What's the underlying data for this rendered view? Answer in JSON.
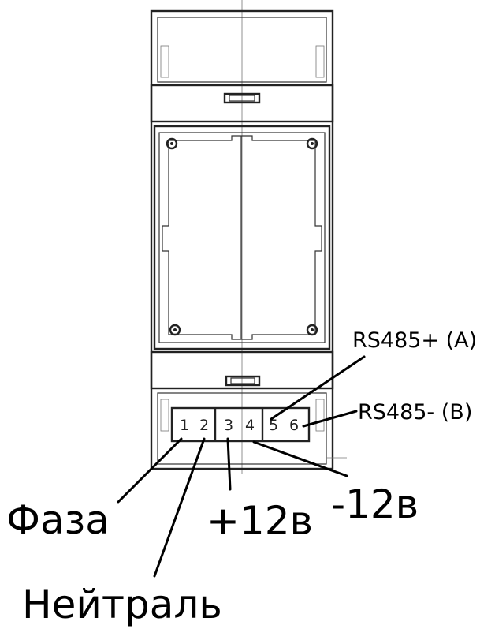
{
  "terminals": [
    "1",
    "2",
    "3",
    "4",
    "5",
    "6"
  ],
  "labels": {
    "rs485_plus": "RS485+ (A)",
    "rs485_minus": "RS485- (B)",
    "phase": "Фаза",
    "neutral": "Нейтраль",
    "plus_12v": "+12в",
    "minus_12v": "-12в"
  },
  "colors": {
    "drawing": "#222222",
    "leader": "#000000",
    "background": "#ffffff"
  }
}
